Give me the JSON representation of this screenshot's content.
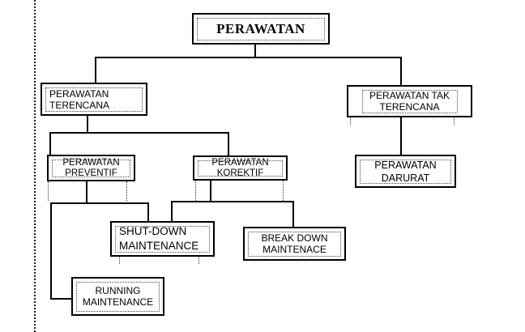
{
  "diagram": {
    "title": "PERAWATAN",
    "nodes": {
      "root": {
        "label": "PERAWATAN"
      },
      "terencana": {
        "label": "PERAWATAN TERENCANA"
      },
      "tak_terencana": {
        "label": "PERAWATAN TAK TERENCANA"
      },
      "preventif": {
        "label": "PERAWATAN PREVENTIF"
      },
      "korektif": {
        "label": "PERAWATAN KOREKTIF"
      },
      "darurat": {
        "label": "PERAWATAN DARURAT"
      },
      "shut_down": {
        "label": "SHUT-DOWN MAINTENANCE"
      },
      "break_down": {
        "label": "BREAK DOWN MAINTENACE"
      },
      "running": {
        "label": "RUNNING MAINTENANCE"
      }
    },
    "edges": [
      {
        "from": "root",
        "to": "terencana"
      },
      {
        "from": "root",
        "to": "tak_terencana"
      },
      {
        "from": "terencana",
        "to": "preventif"
      },
      {
        "from": "terencana",
        "to": "korektif"
      },
      {
        "from": "tak_terencana",
        "to": "darurat"
      },
      {
        "from": "preventif",
        "to": "shut_down"
      },
      {
        "from": "preventif",
        "to": "running"
      },
      {
        "from": "korektif",
        "to": "shut_down"
      },
      {
        "from": "korektif",
        "to": "break_down"
      }
    ],
    "colors": {
      "line": "#000000",
      "text": "#000000",
      "background": "#ffffff"
    }
  }
}
